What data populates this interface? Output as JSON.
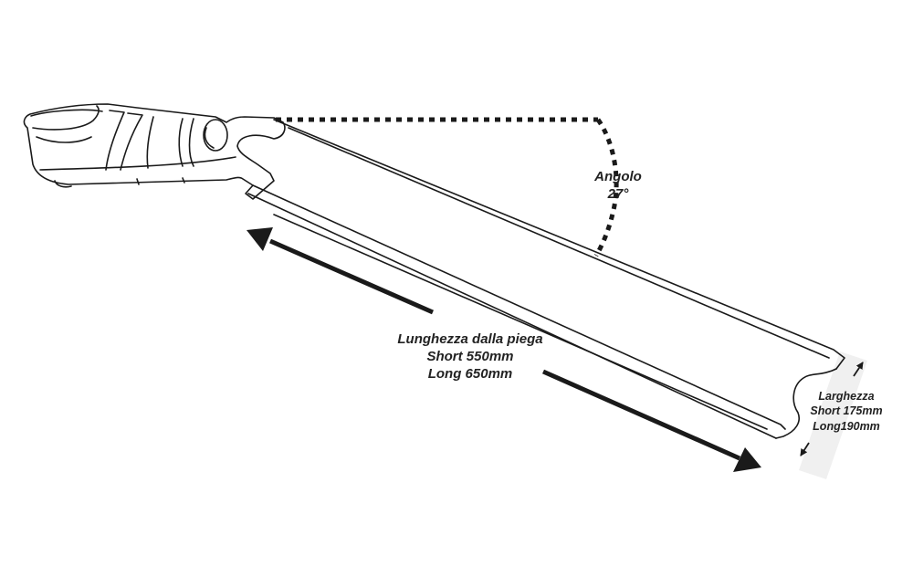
{
  "labels": {
    "angle": {
      "title": "Angolo",
      "value": "27°"
    },
    "length": {
      "title": "Lunghezza dalla piega",
      "short": "Short 550mm",
      "long": "Long 650mm"
    },
    "width": {
      "title": "Larghezza",
      "short": "Short 175mm",
      "long": "Long190mm"
    }
  },
  "colors": {
    "line": "#1a1a1a",
    "background": "#ffffff",
    "shadow": "#f0f0f0"
  }
}
